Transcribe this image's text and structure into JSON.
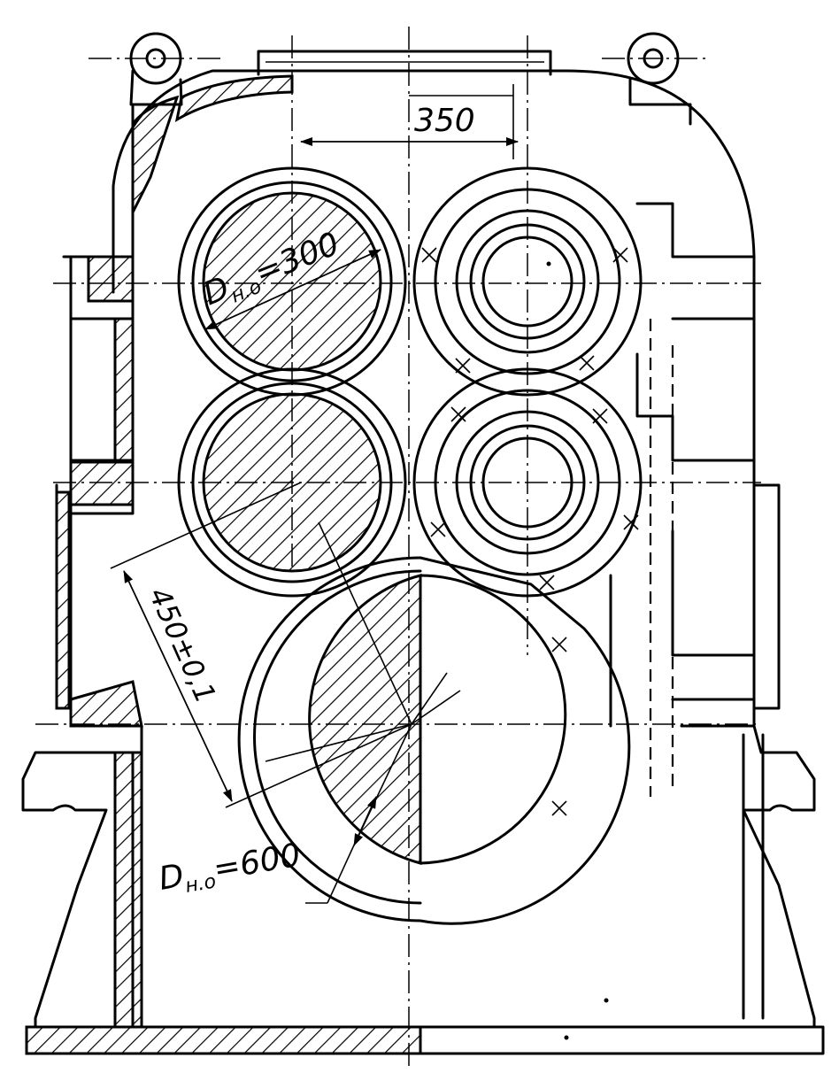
{
  "labels": {
    "shaft_distance": "350",
    "pin_diameter": "300",
    "pin_diameter_prefix": "D",
    "pin_diameter_sub": "н.о",
    "main_diameter": "600",
    "main_diameter_prefix": "D",
    "main_diameter_sub": "н.о",
    "center_distance": "450±0,1"
  }
}
